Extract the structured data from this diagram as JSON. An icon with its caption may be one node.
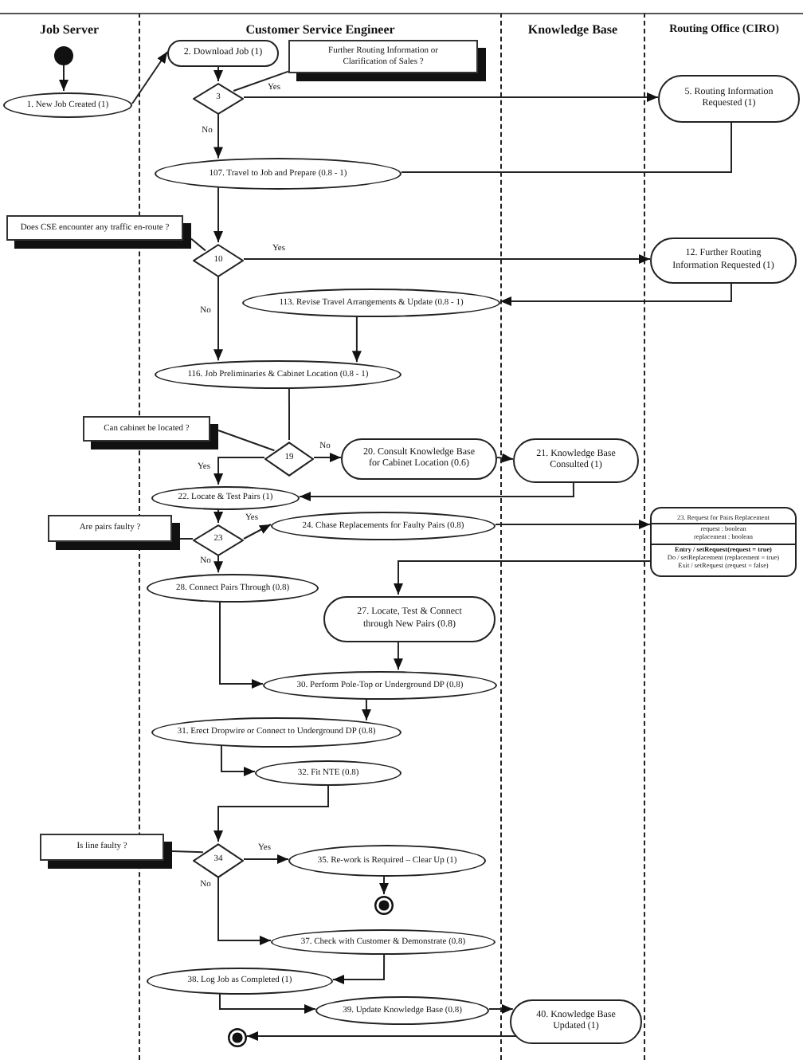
{
  "diagram": {
    "nodes": [
      {
        "text": [
          "Job Server"
        ]
      },
      {
        "text": [
          "Customer Service Engineer"
        ]
      },
      {
        "text": [
          "Knowledge Base"
        ]
      },
      {
        "text": [
          "Routing Office (CIRO)"
        ]
      },
      {
        "text": [],
        "shape": "circle",
        "in": 0
      },
      {
        "text": [
          "2. Download Job (1)"
        ],
        "in": 1
      },
      {
        "text": [
          "Further Routing Information or Clarification of Sales ?"
        ],
        "in": 1
      },
      {
        "text": [
          "5. Routing Information Requested (1)"
        ],
        "in": 3
      },
      {
        "text": [
          "1. New Job Created (1)"
        ],
        "in": 0
      },
      {
        "text": [
          "3"
        ],
        "in": 1
      },
      {
        "text": [
          "107. Travel to Job and Prepare (0.8 - 1)"
        ],
        "in": 1
      },
      {
        "text": [
          "Does CSE encounter any traffic en-route ?"
        ]
      },
      {
        "text": [
          "12. Further Routing Information Requested (1)"
        ],
        "in": 3
      },
      {
        "text": [
          "10"
        ],
        "in": 1
      },
      {
        "text": [
          "113. Revise Travel Arrangements & Update (0.8 - 1)"
        ],
        "in": 1
      },
      {
        "text": [
          "116. Job Preliminaries & Cabinet Location (0.8 - 1)"
        ],
        "in": 1
      },
      {
        "text": [
          "Can cabinet be located ?"
        ]
      },
      {
        "text": [
          "19"
        ],
        "in": 1
      },
      {
        "text": [
          "20. Consult Knowledge Base for Cabinet Location (0.6)"
        ],
        "in": 1
      },
      {
        "text": [
          "21. Knowledge Base Consulted (1)"
        ],
        "in": 2
      },
      {
        "text": [
          "22. Locate & Test Pairs (1)"
        ],
        "in": 1
      },
      {
        "text": [
          "23. Request for Pairs Replacement",
          "request : boolean",
          "replacement : boolean",
          "Entry / setRequest(request = true)",
          "Do / setReplacement (replacement = true)",
          "Exit / setRequest (request = false)"
        ],
        "in": 3
      },
      {
        "text": [
          "24. Chase Replacements for Faulty Pairs (0.8)"
        ],
        "in": 1
      },
      {
        "text": [
          "Are pairs faulty ?"
        ]
      },
      {
        "text": [
          "23"
        ],
        "in": 1
      },
      {
        "text": [
          "28. Connect Pairs Through (0.8)"
        ],
        "in": 1
      },
      {
        "text": [
          "27. Locate, Test & Connect through New Pairs (0.8)"
        ],
        "in": 1
      },
      {
        "text": [
          "30. Perform Pole-Top or Underground DP (0.8)"
        ],
        "in": 1
      },
      {
        "text": [
          "31. Erect Dropwire or Connect to Underground DP (0.8)"
        ],
        "in": 1
      },
      {
        "text": [
          "32. Fit NTE (0.8)"
        ],
        "in": 1
      },
      {
        "text": [
          "Is line faulty ?"
        ]
      },
      {
        "text": [
          "34"
        ],
        "in": 1
      },
      {
        "text": [
          "35. Re-work is Required – Clear Up (1)"
        ],
        "in": 1
      },
      {
        "text": [],
        "shape": "circle",
        "in": 1
      },
      {
        "text": [
          "37. Check with Customer & Demonstrate (0.8)"
        ],
        "in": 1
      },
      {
        "text": [
          "38. Log Job as Completed (1)"
        ],
        "in": 1
      },
      {
        "text": [
          "39. Update Knowledge Base (0.8)"
        ],
        "in": 1
      },
      {
        "text": [
          "40. Knowledge Base Updated (1)"
        ],
        "in": 2
      },
      {
        "text": [],
        "shape": "circle",
        "in": 1
      }
    ],
    "edges": [
      {
        "from": 4,
        "to": 8,
        "arrow": "to"
      },
      {
        "from": 8,
        "to": 5,
        "arrow": "to"
      },
      {
        "from": 5,
        "to": 9,
        "arrow": "to"
      },
      {
        "from": 6,
        "to": 9,
        "arrow": "none"
      },
      {
        "from": 9,
        "to": 7,
        "arrow": "to",
        "label": "Yes"
      },
      {
        "from": 9,
        "to": 10,
        "arrow": "to",
        "label": "No"
      },
      {
        "from": 7,
        "to": 10,
        "arrow": "none"
      },
      {
        "from": 10,
        "to": 13,
        "arrow": "to"
      },
      {
        "from": 11,
        "to": 13,
        "arrow": "none"
      },
      {
        "from": 13,
        "to": 12,
        "arrow": "to",
        "label": "Yes"
      },
      {
        "from": 12,
        "to": 14,
        "arrow": "to"
      },
      {
        "from": 13,
        "to": 15,
        "arrow": "to",
        "label": "No"
      },
      {
        "from": 14,
        "to": 15,
        "arrow": "to"
      },
      {
        "from": 15,
        "to": 17,
        "arrow": "none"
      },
      {
        "from": 16,
        "to": 17,
        "arrow": "none"
      },
      {
        "from": 17,
        "to": 18,
        "arrow": "to",
        "label": "No"
      },
      {
        "from": 18,
        "to": 19,
        "arrow": "to"
      },
      {
        "from": 19,
        "to": 20,
        "arrow": "to"
      },
      {
        "from": 17,
        "to": 20,
        "arrow": "to",
        "label": "Yes"
      },
      {
        "from": 20,
        "to": 24,
        "arrow": "to"
      },
      {
        "from": 23,
        "to": 24,
        "arrow": "none"
      },
      {
        "from": 24,
        "to": 22,
        "arrow": "to",
        "label": "Yes"
      },
      {
        "from": 22,
        "to": 21,
        "arrow": "to"
      },
      {
        "from": 21,
        "to": 26,
        "arrow": "to"
      },
      {
        "from": 24,
        "to": 25,
        "arrow": "to",
        "label": "No"
      },
      {
        "from": 26,
        "to": 27,
        "arrow": "to"
      },
      {
        "from": 25,
        "to": 27,
        "arrow": "to"
      },
      {
        "from": 27,
        "to": 28,
        "arrow": "to"
      },
      {
        "from": 28,
        "to": 29,
        "arrow": "to"
      },
      {
        "from": 29,
        "to": 31,
        "arrow": "to"
      },
      {
        "from": 30,
        "to": 31,
        "arrow": "none"
      },
      {
        "from": 31,
        "to": 32,
        "arrow": "to",
        "label": "Yes"
      },
      {
        "from": 32,
        "to": 33,
        "arrow": "to"
      },
      {
        "from": 31,
        "to": 34,
        "arrow": "to",
        "label": "No"
      },
      {
        "from": 34,
        "to": 35,
        "arrow": "to"
      },
      {
        "from": 35,
        "to": 36,
        "arrow": "to"
      },
      {
        "from": 36,
        "to": 37,
        "arrow": "to"
      },
      {
        "from": 37,
        "to": 38,
        "arrow": "to"
      }
    ]
  }
}
